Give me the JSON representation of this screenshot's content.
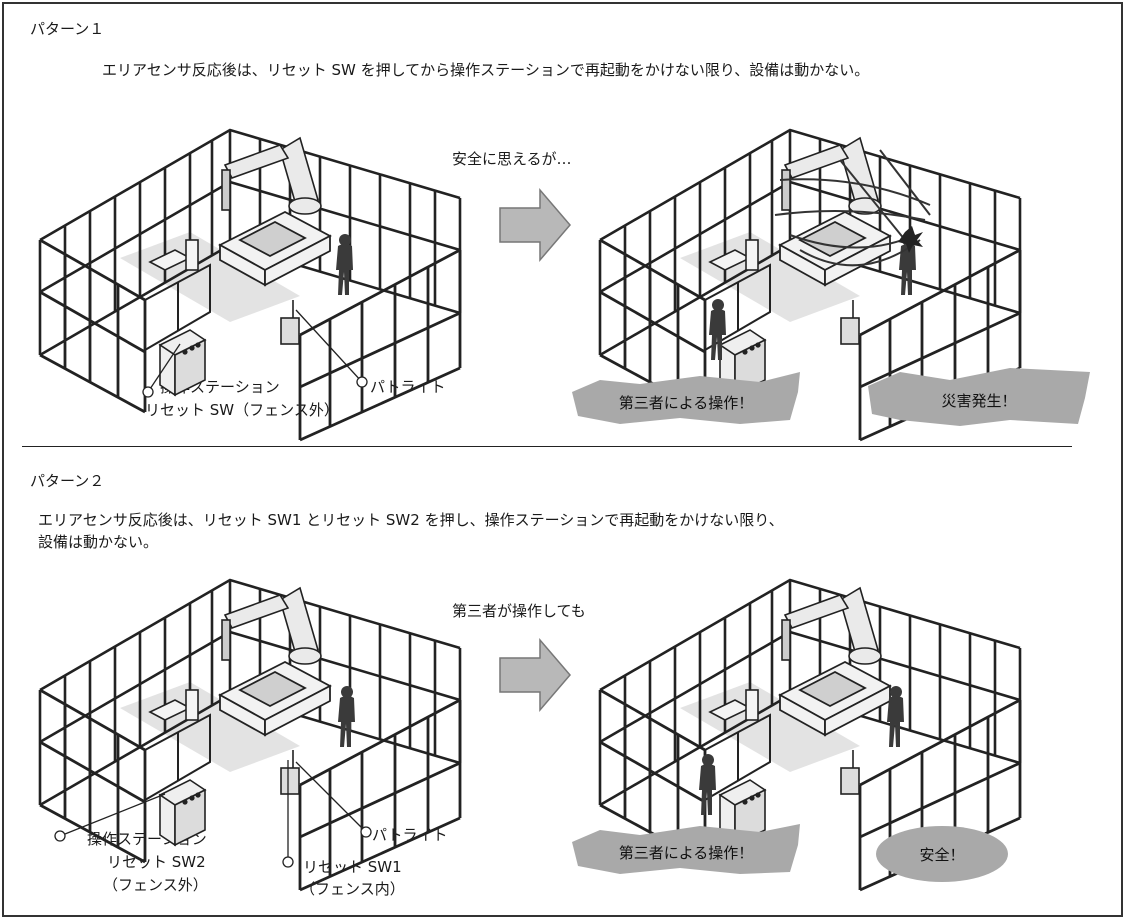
{
  "pattern1": {
    "title": "パターン１",
    "description": "エリアセンサ反応後は、リセット SW を押してから操作ステーションで再起動をかけない限り、設備は動かない。",
    "mid_caption": "安全に思えるが…",
    "labels": {
      "station": "操作ステーション",
      "reset_sw": "リセット SW（フェンス外）",
      "patlight": "パトライト"
    },
    "callout_left": "第三者による操作！",
    "callout_right": "災害発生！"
  },
  "pattern2": {
    "title": "パターン２",
    "description_line1": "エリアセンサ反応後は、リセット SW1 とリセット SW2 を押し、操作ステーションで再起動をかけない限り、",
    "description_line2": "設備は動かない。",
    "mid_caption": "第三者が操作しても",
    "labels": {
      "station": "操作ステーション",
      "reset_sw2": "リセット SW2",
      "reset_sw2_note": "（フェンス外）",
      "patlight": "パトライト",
      "reset_sw1": "リセット SW1",
      "reset_sw1_note": "（フェンス内）"
    },
    "callout_left": "第三者による操作！",
    "callout_right": "安全！"
  },
  "colors": {
    "callout_fill": "#a9a9a9",
    "arrow_fill": "#b8b8b8",
    "fence_stroke": "#222222"
  },
  "icons": [
    "fence-icon",
    "robot-arm-icon",
    "worker-icon",
    "control-station-icon",
    "patlight-icon",
    "right-arrow-icon",
    "hazard-burst-icon"
  ]
}
